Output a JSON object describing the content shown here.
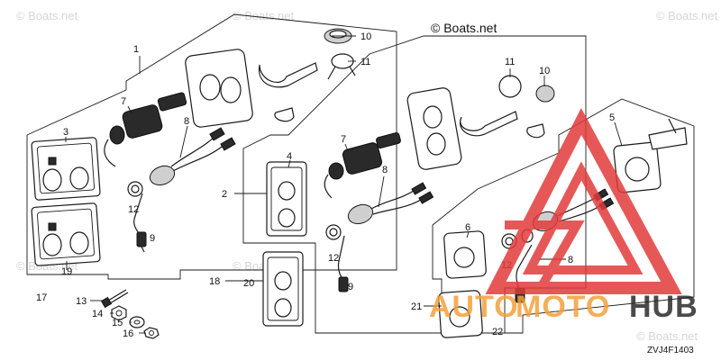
{
  "watermarks": {
    "boats_net": "© Boats.net",
    "boats_net_faint": "© Boats.net"
  },
  "diagram_code": "ZVJ4F1403",
  "logo": {
    "word_left": "AUTO",
    "word_mid": "MOTO",
    "word_right": "HUB",
    "color_red": "#e23b3b",
    "color_orange": "#f4a13a",
    "color_dark": "#2b2b2b"
  },
  "callouts": {
    "c1": "1",
    "c2": "2",
    "c3": "3",
    "c4": "4",
    "c5": "5",
    "c6": "6",
    "c7a": "7",
    "c7b": "7",
    "c8a": "8",
    "c8b": "8",
    "c8c": "8",
    "c9a": "9",
    "c9b": "9",
    "c10a": "10",
    "c10b": "10",
    "c11a": "11",
    "c11b": "11",
    "c12a": "12",
    "c12b": "12",
    "c12c": "12",
    "c13": "13",
    "c14": "14",
    "c15": "15",
    "c16": "16",
    "c17": "17",
    "c18": "18",
    "c19": "19",
    "c20": "20",
    "c21": "21",
    "c22": "22"
  }
}
